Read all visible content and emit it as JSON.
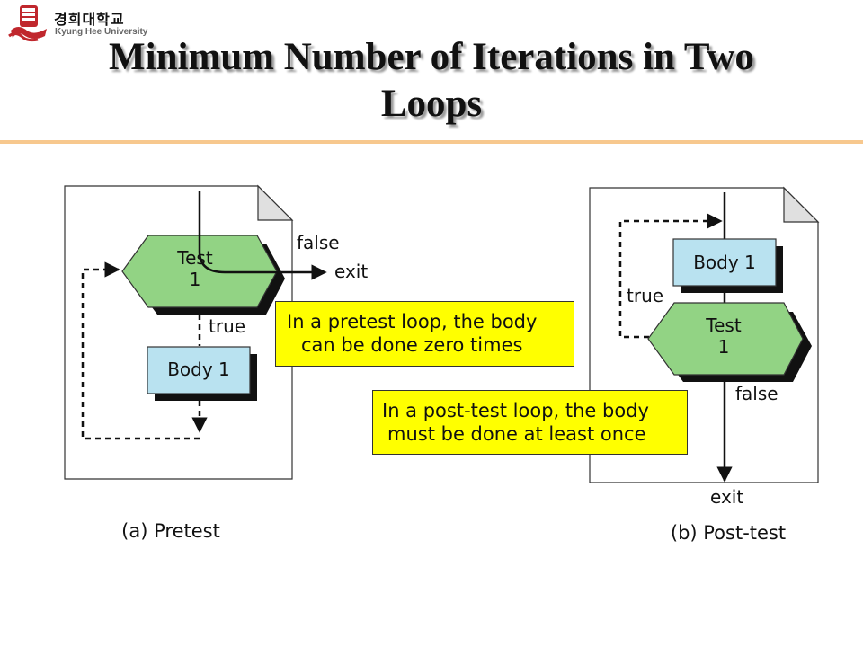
{
  "logo": {
    "korean": "경희대학교",
    "english": "Kyung Hee University"
  },
  "title": {
    "line1": "Minimum Number of Iterations in Two",
    "line2": "Loops"
  },
  "pretest": {
    "test_line1": "Test",
    "test_line2": "1",
    "body": "Body 1",
    "false_label": "false",
    "exit_label": "exit",
    "true_label": "true",
    "caption": "(a) Pretest",
    "callout_line1": "In a pretest loop, the body",
    "callout_line2": "can be done zero times"
  },
  "posttest": {
    "body": "Body 1",
    "test_line1": "Test",
    "test_line2": "1",
    "true_label": "true",
    "false_label": "false",
    "exit_label": "exit",
    "caption": "(b) Post-test",
    "callout_line1": "In a  post-test loop, the body",
    "callout_line2": "must be done at least once"
  },
  "colors": {
    "hexagon": "#92d384",
    "body_box": "#b9e2f0",
    "callout": "#ffff00",
    "title_rule": "#f7c88e",
    "logo": "#c0272d"
  }
}
